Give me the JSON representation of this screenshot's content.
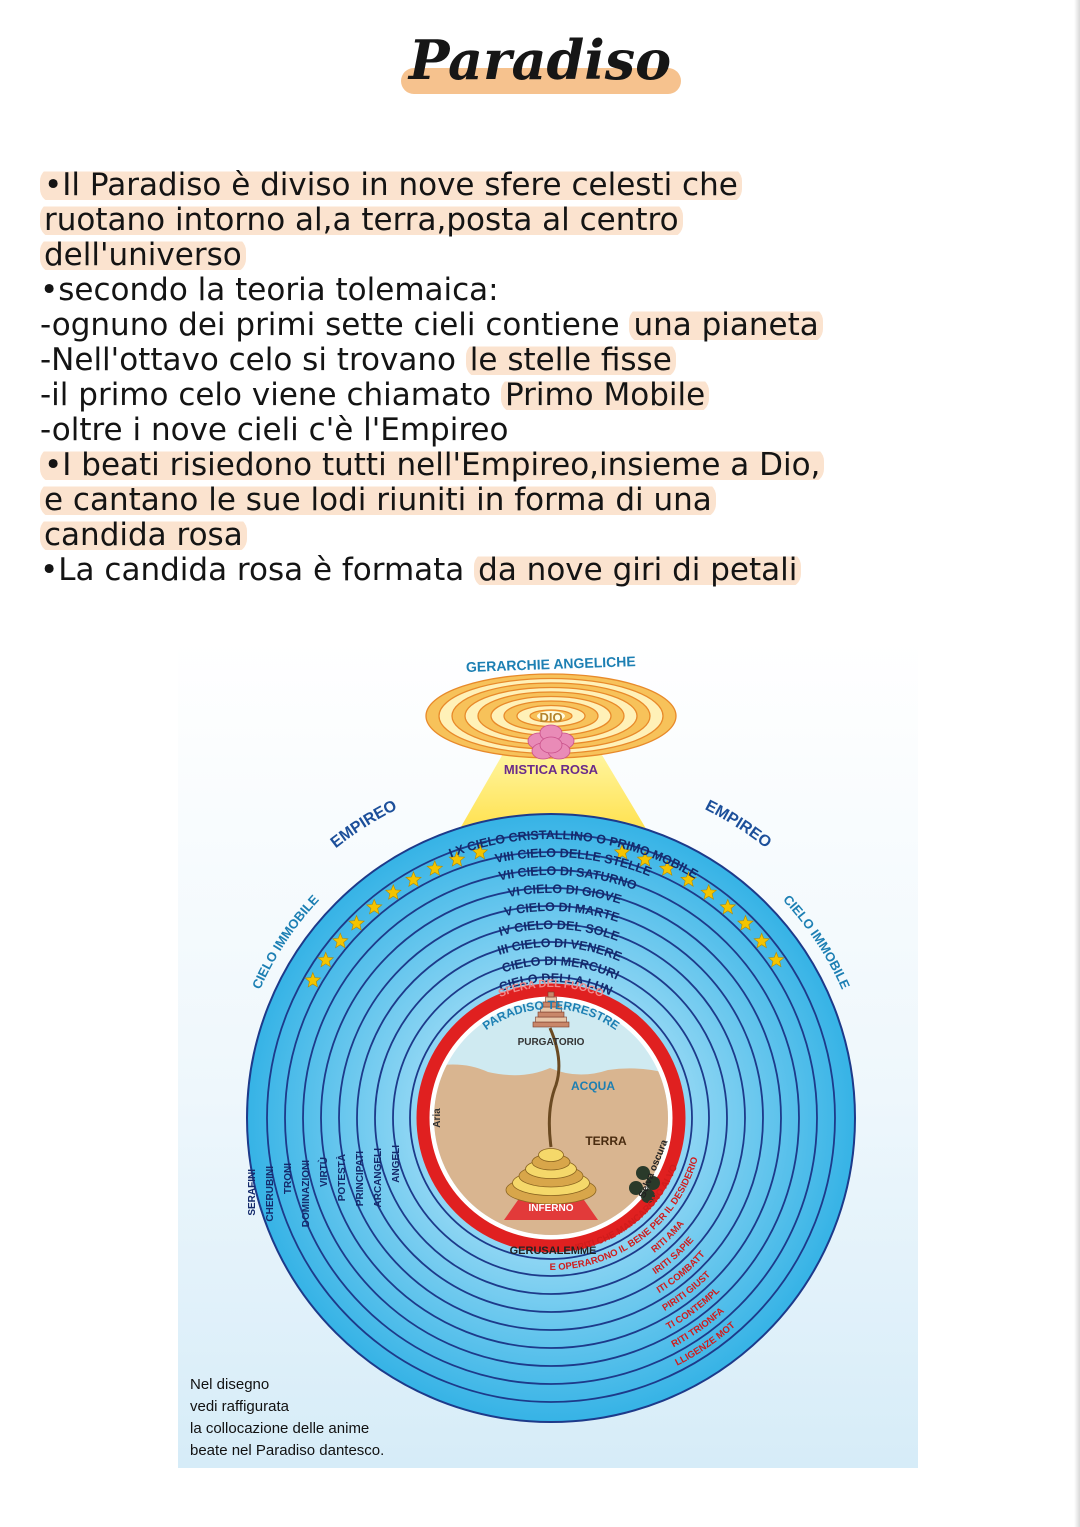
{
  "title": "Paradiso",
  "notes": [
    {
      "segments": [
        {
          "text": "•Il Paradiso è diviso in nove sfere celesti che",
          "hl": true
        }
      ]
    },
    {
      "segments": [
        {
          "text": "ruotano intorno al,a terra,posta al centro",
          "hl": true
        }
      ]
    },
    {
      "segments": [
        {
          "text": "dell'universo",
          "hl": true
        }
      ]
    },
    {
      "segments": [
        {
          "text": "•secondo la teoria tolemaica:",
          "hl": false
        }
      ]
    },
    {
      "segments": [
        {
          "text": "-ognuno dei primi sette cieli contiene ",
          "hl": false
        },
        {
          "text": "una pianeta",
          "hl": true
        }
      ]
    },
    {
      "segments": [
        {
          "text": "-Nell'ottavo celo si trovano ",
          "hl": false
        },
        {
          "text": "le stelle fisse",
          "hl": true
        }
      ]
    },
    {
      "segments": [
        {
          "text": "-il primo celo viene chiamato ",
          "hl": false
        },
        {
          "text": "Primo Mobile",
          "hl": true
        }
      ]
    },
    {
      "segments": [
        {
          "text": "-oltre i nove cieli c'è l'Empireo",
          "hl": false
        }
      ]
    },
    {
      "segments": [
        {
          "text": "•I beati risiedono tutti nell'Empireo,insieme a Dio,",
          "hl": true
        }
      ]
    },
    {
      "segments": [
        {
          "text": "e cantano le sue lodi riuniti in forma di una",
          "hl": true
        }
      ]
    },
    {
      "segments": [
        {
          "text": "candida rosa",
          "hl": true
        }
      ]
    },
    {
      "segments": [
        {
          "text": "•La candida rosa è formata ",
          "hl": false
        },
        {
          "text": "da nove giri di petali",
          "hl": true
        }
      ]
    }
  ],
  "diagram": {
    "gerarchie": "GERARCHIE ANGELICHE",
    "dio": "DIO",
    "mistica_rosa": "MISTICA ROSA",
    "empireo_left": "EMPIREO",
    "empireo_right": "EMPIREO",
    "cielo_immobile_left": "CIELO IMMOBILE",
    "cielo_immobile_right": "CIELO IMMOBILE",
    "heavens": [
      "I X  CIELO CRISTALLINO O PRIMO MOBILE",
      "VIII  CIELO DELLE STELLE",
      "VII  CIELO DI SATURNO",
      "VI  CIELO DI GIOVE",
      "V  CIELO DI MARTE",
      "IV  CIELO DEL SOLE",
      "III  CIELO DI VENERE",
      "II  CIELO DI MERCURIO",
      "I  CIELO DELLA LUNA"
    ],
    "sfera_fuoco": "SFERA DEL FUOCO",
    "paradiso_terrestre": "PARADISO TERRESTRE",
    "purgatorio": "PURGATORIO",
    "acqua": "ACQUA",
    "aria": "Aria",
    "terra": "TERRA",
    "inferno": "INFERNO",
    "selva": "Selva oscura",
    "gerusalemme": "GERUSALEMME",
    "angels": [
      "ANGELI",
      "ARCANGELI",
      "PRINCIPATI",
      "POTESTÀ",
      "VIRTÙ",
      "DOMINAZIONI",
      "TRONI",
      "CHERUBINI",
      "SERAFINI"
    ],
    "spirits": [
      "SPIRITI CHE MANCARONO AI VOTI",
      "SPIRITI CHE OPERARONO IL BENE PER IL DESIDERIO DI GLORIA",
      "SPIRITI AMANTI",
      "SPIRITI SAPIENTI",
      "SPIRITI COMBATTENTI",
      "SPIRITI GIUSTI",
      "SPIRITI CONTEMPLATIVI",
      "SPIRITI TRIONFANTI",
      "INTELLIGENZE MOTRICI"
    ],
    "caption": [
      "Nel disegno",
      "vedi raffigurata",
      "la collocazione delle anime",
      "beate nel Paradiso dantesco."
    ],
    "colors": {
      "sky_blue": "#3ab7e8",
      "ring_line": "#1d3a8a",
      "fire_red": "#e02020",
      "gold": "#f4c400",
      "rose": "#e98bb7",
      "earth": "#d9b590",
      "water": "#cfeaf1"
    }
  }
}
